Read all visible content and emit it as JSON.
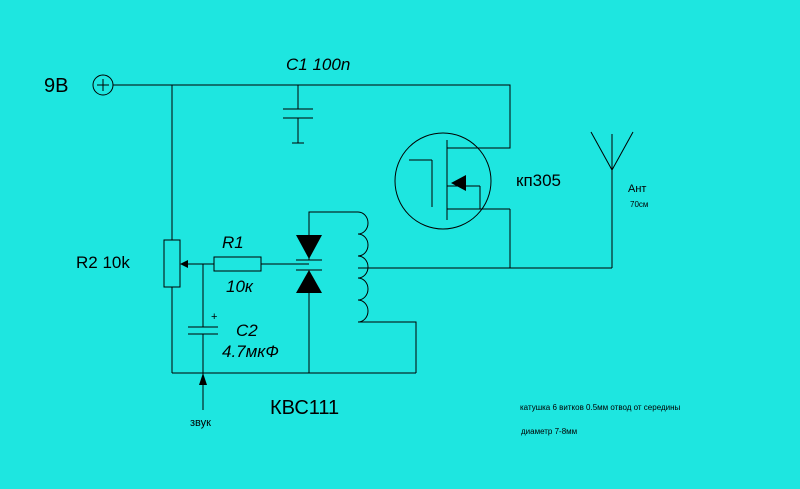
{
  "supply": {
    "label": "9B",
    "symbol": "+"
  },
  "c1": {
    "label": "C1 100n"
  },
  "transistor": {
    "label": "кп305"
  },
  "antenna": {
    "label": "Ант",
    "length": "70см"
  },
  "r2": {
    "label": "R2 10k"
  },
  "r1": {
    "name": "R1",
    "value": "10к"
  },
  "c2": {
    "name": "C2",
    "value": "4.7мкФ",
    "polarity": "+"
  },
  "varicap": {
    "label": "КВС111"
  },
  "audio": {
    "label": "звук"
  },
  "coil_notes": {
    "line1": "катушка 6 витков 0.5мм отвод от середины",
    "line2": "диаметр 7-8мм"
  }
}
